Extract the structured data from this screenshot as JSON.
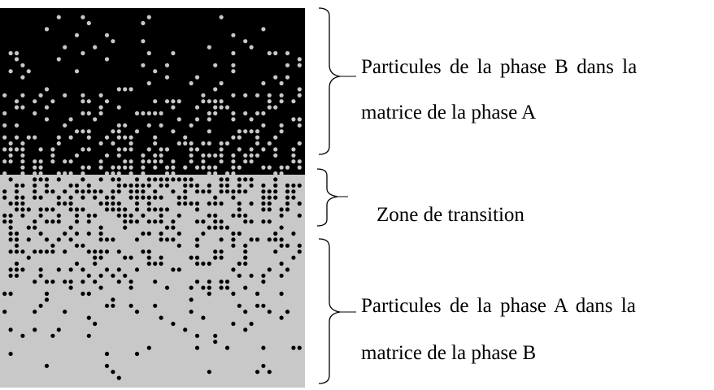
{
  "labels": {
    "phase_b_in_a_line1": "Particules de la phase B dans la",
    "phase_b_in_a_line2": "matrice de la phase A",
    "transition": "Zone de transition",
    "phase_a_in_b_line1": "Particules de la phase A dans la",
    "phase_a_in_b_line2": "matrice de la phase B"
  },
  "colors": {
    "phase_a": "#000000",
    "phase_b": "#c8c8c8",
    "background": "#ffffff",
    "bracket": "#000000"
  }
}
